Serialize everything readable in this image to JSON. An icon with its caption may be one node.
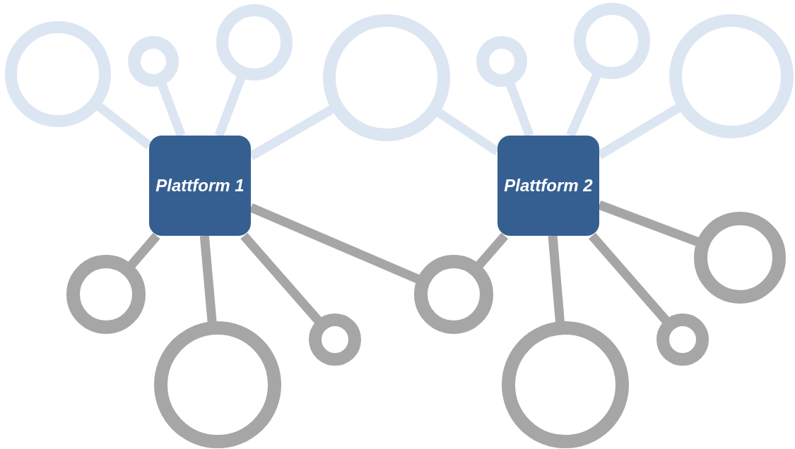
{
  "diagram": {
    "nodes": [
      {
        "text": [
          "Plattform 1"
        ]
      },
      {
        "text": [
          "Plattform 2"
        ]
      },
      {
        "text": [],
        "shape": "circle"
      },
      {
        "text": [],
        "shape": "circle"
      },
      {
        "text": [],
        "shape": "circle"
      },
      {
        "text": [],
        "shape": "circle"
      },
      {
        "text": [],
        "shape": "circle"
      },
      {
        "text": [],
        "shape": "circle"
      },
      {
        "text": [],
        "shape": "circle"
      },
      {
        "text": [],
        "shape": "circle"
      },
      {
        "text": [],
        "shape": "circle"
      },
      {
        "text": [],
        "shape": "circle"
      },
      {
        "text": [],
        "shape": "circle"
      },
      {
        "text": [],
        "shape": "circle"
      },
      {
        "text": [],
        "shape": "circle"
      },
      {
        "text": [],
        "shape": "circle"
      }
    ],
    "edges": [
      {
        "from": 2,
        "to": 0,
        "arrow": "none",
        "color": "#dce6f2"
      },
      {
        "from": 3,
        "to": 0,
        "arrow": "none",
        "color": "#dce6f2"
      },
      {
        "from": 4,
        "to": 0,
        "arrow": "none",
        "color": "#dce6f2"
      },
      {
        "from": 5,
        "to": 0,
        "arrow": "none",
        "color": "#dce6f2"
      },
      {
        "from": 5,
        "to": 1,
        "arrow": "none",
        "color": "#dce6f2"
      },
      {
        "from": 6,
        "to": 1,
        "arrow": "none",
        "color": "#dce6f2"
      },
      {
        "from": 7,
        "to": 1,
        "arrow": "none",
        "color": "#dce6f2"
      },
      {
        "from": 8,
        "to": 1,
        "arrow": "none",
        "color": "#dce6f2"
      },
      {
        "from": 0,
        "to": 9,
        "arrow": "none"
      },
      {
        "from": 0,
        "to": 10,
        "arrow": "none"
      },
      {
        "from": 0,
        "to": 11,
        "arrow": "none"
      },
      {
        "from": 0,
        "to": 12,
        "arrow": "none"
      },
      {
        "from": 1,
        "to": 12,
        "arrow": "none"
      },
      {
        "from": 1,
        "to": 13,
        "arrow": "none"
      },
      {
        "from": 1,
        "to": 14,
        "arrow": "none"
      },
      {
        "from": 1,
        "to": 15,
        "arrow": "none"
      }
    ]
  }
}
